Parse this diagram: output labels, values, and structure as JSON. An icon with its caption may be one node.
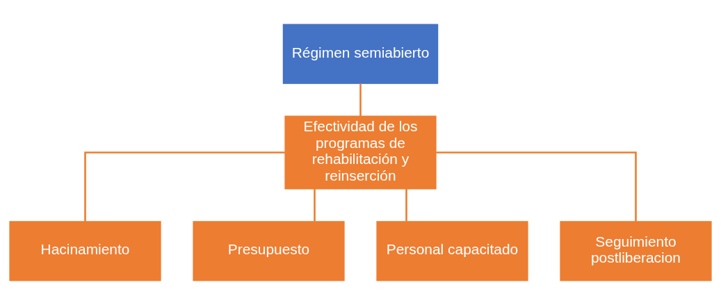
{
  "diagram": {
    "nodes": [
      {
        "text": [
          "Régimen semiabierto"
        ]
      },
      {
        "text": [
          "Efectividad de los programas de rehabilitación y reinserción"
        ]
      },
      {
        "text": [
          "Hacinamiento"
        ]
      },
      {
        "text": [
          "Presupuesto"
        ]
      },
      {
        "text": [
          "Personal capacitado"
        ]
      },
      {
        "text": [
          "Seguimiento postliberacion"
        ]
      }
    ],
    "edges": [
      {
        "from": 0,
        "to": 1,
        "arrow": "none"
      },
      {
        "from": 1,
        "to": 2,
        "arrow": "none"
      },
      {
        "from": 1,
        "to": 3,
        "arrow": "none"
      },
      {
        "from": 1,
        "to": 4,
        "arrow": "none"
      },
      {
        "from": 1,
        "to": 5,
        "arrow": "none"
      }
    ]
  }
}
